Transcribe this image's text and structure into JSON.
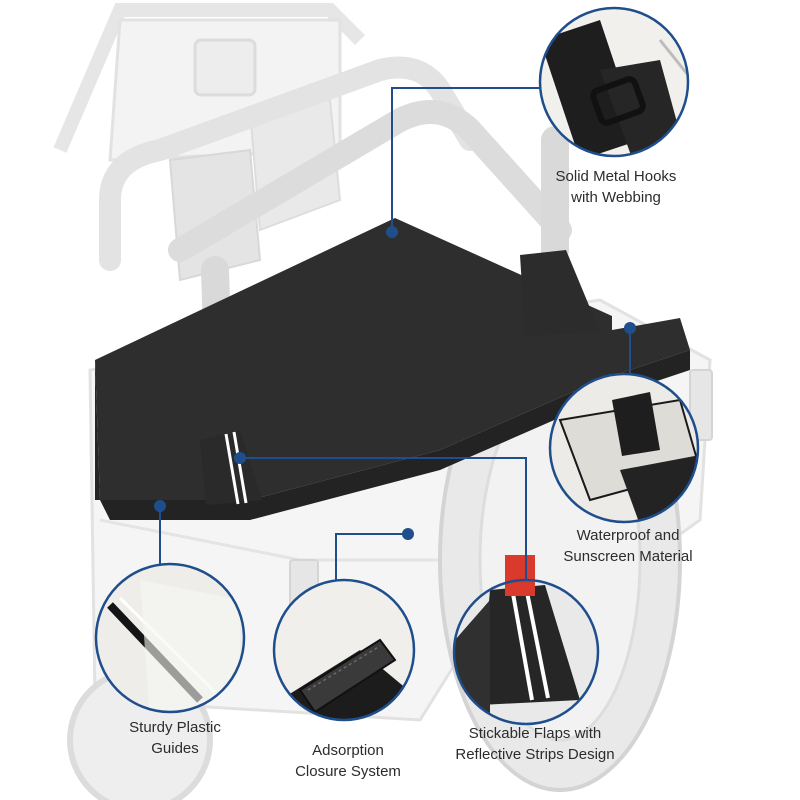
{
  "callouts": [
    {
      "id": "metal-hooks",
      "lines": [
        "Solid Metal Hooks",
        "with Webbing"
      ]
    },
    {
      "id": "waterproof",
      "lines": [
        "Waterproof and",
        "Sunscreen Material"
      ]
    },
    {
      "id": "plastic-guides",
      "lines": [
        "Sturdy Plastic",
        "Guides"
      ]
    },
    {
      "id": "adsorption",
      "lines": [
        "Adsorption",
        "Closure System"
      ]
    },
    {
      "id": "flaps",
      "lines": [
        "Stickable Flaps with",
        "Reflective Strips Design"
      ]
    }
  ],
  "colors": {
    "accent": "#1f4e8c",
    "cover": "#2e2e2e",
    "vehicle_body": "#f4f4f4",
    "roll_bar": "#d8d8d8",
    "label_text": "#2c2c2c",
    "reflective_strip": "#ffffff"
  }
}
